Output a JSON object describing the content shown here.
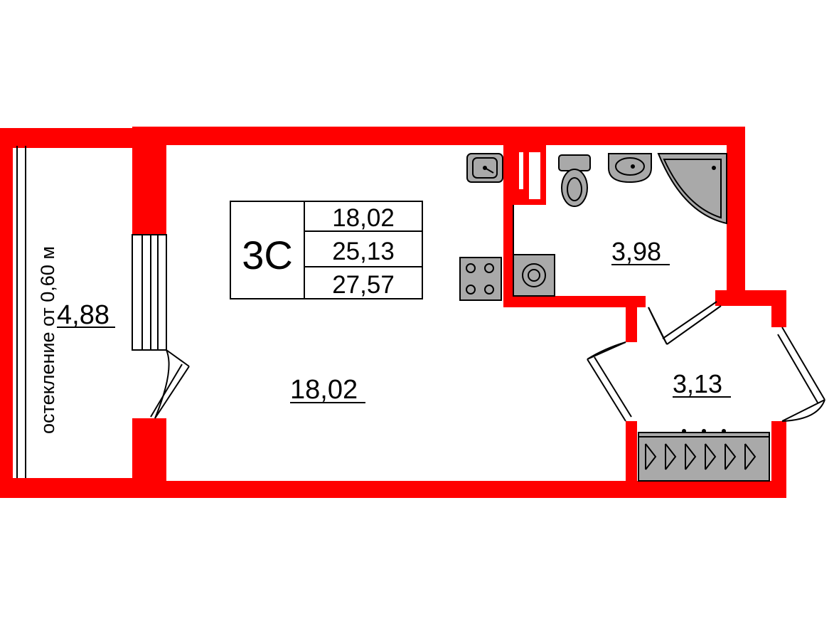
{
  "apartment": {
    "type": "3С",
    "areas": {
      "living": "18,02",
      "total": "25,13",
      "total_with_balcony": "27,57"
    }
  },
  "rooms": {
    "main_room": "18,02",
    "bathroom": "3,98",
    "hallway": "3,13",
    "loggia": "4,88"
  },
  "loggia_note": "остекление от 0,60 м",
  "colors": {
    "walls": "#ff0000",
    "fixtures": "#a9a9a9",
    "lines": "#000000"
  }
}
